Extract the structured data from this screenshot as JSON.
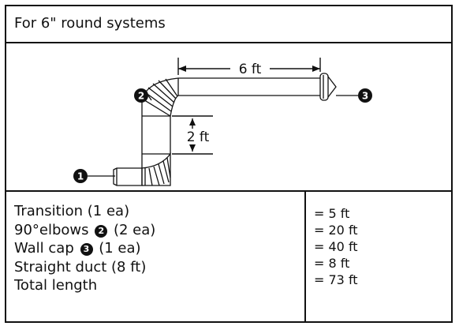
{
  "title": "For 6\" round systems",
  "diagram": {
    "dimension_horizontal": "6 ft",
    "dimension_vertical": "2 ft",
    "callouts": [
      "1",
      "2",
      "3"
    ]
  },
  "components": [
    {
      "label_before": "Transition (1 ea)",
      "badge": "",
      "label_after": "",
      "value": "= 5 ft"
    },
    {
      "label_before": "90°elbows",
      "badge": "2",
      "label_after": " (2 ea)",
      "value": "= 20 ft"
    },
    {
      "label_before": "Wall cap",
      "badge": "3",
      "label_after": " (1 ea)",
      "value": "= 40 ft"
    },
    {
      "label_before": "Straight duct (8 ft)",
      "badge": "",
      "label_after": "",
      "value": "= 8 ft"
    },
    {
      "label_before": "Total length",
      "badge": "",
      "label_after": "",
      "value": "= 73 ft"
    }
  ]
}
